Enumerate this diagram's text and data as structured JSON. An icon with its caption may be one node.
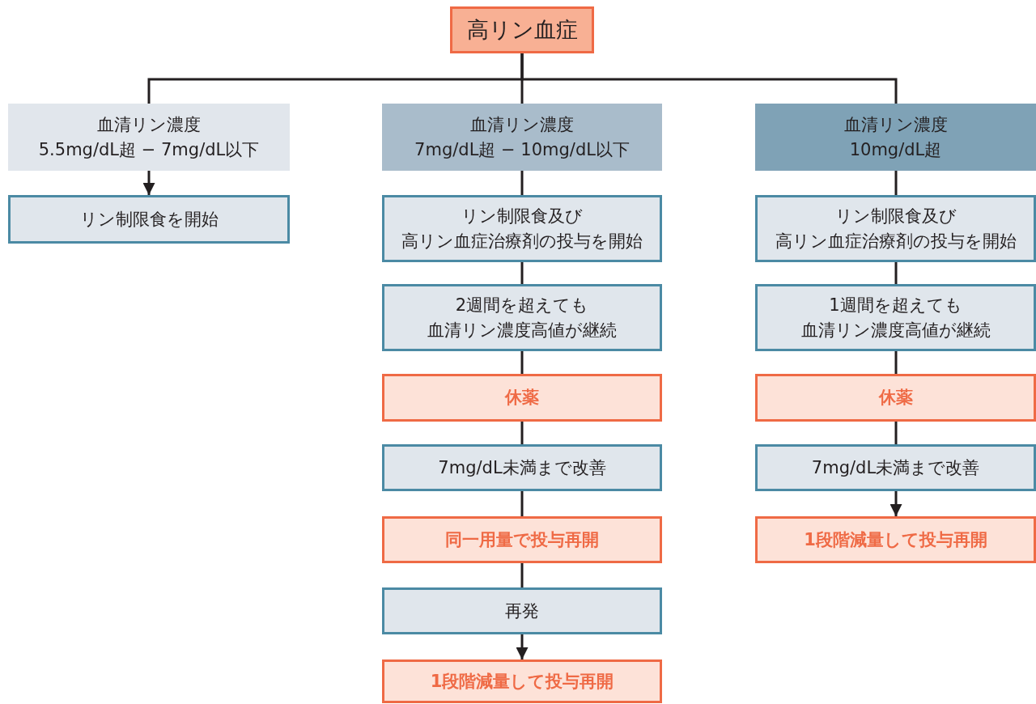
{
  "diagram": {
    "nodes": [
      {
        "text": [
          "高リン血症"
        ]
      },
      {
        "text": [
          "血清リン濃度5.5mg/dL超 − 7mg/dL以下"
        ]
      },
      {
        "text": [
          "血清リン濃度7mg/dL超 − 10mg/dL以下"
        ]
      },
      {
        "text": [
          "血清リン濃度10mg/dL超"
        ]
      },
      {
        "text": [
          "リン制限食を開始"
        ]
      },
      {
        "text": [
          "リン制限食及び高リン血症治療剤の投与を開始"
        ]
      },
      {
        "text": [
          "2週間を超えても血清リン濃度高値が継続"
        ]
      },
      {
        "text": [
          "休薬"
        ]
      },
      {
        "text": [
          "7mg/dL未満まで改善"
        ]
      },
      {
        "text": [
          "同一用量で投与再開"
        ]
      },
      {
        "text": [
          "再発"
        ]
      },
      {
        "text": [
          "1段階減量して投与再開"
        ]
      },
      {
        "text": [
          "リン制限食及び高リン血症治療剤の投与を開始"
        ]
      },
      {
        "text": [
          "1週間を超えても血清リン濃度高値が継続"
        ]
      },
      {
        "text": [
          "休薬"
        ]
      },
      {
        "text": [
          "7mg/dL未満まで改善"
        ]
      },
      {
        "text": [
          "1段階減量して投与再開"
        ]
      }
    ],
    "edges": [
      {
        "from": 0,
        "to": 1,
        "arrow": "none"
      },
      {
        "from": 0,
        "to": 2,
        "arrow": "none"
      },
      {
        "from": 0,
        "to": 3,
        "arrow": "none"
      },
      {
        "from": 1,
        "to": 4,
        "arrow": "to"
      },
      {
        "from": 2,
        "to": 5,
        "arrow": "none"
      },
      {
        "from": 5,
        "to": 6,
        "arrow": "none"
      },
      {
        "from": 6,
        "to": 7,
        "arrow": "none"
      },
      {
        "from": 7,
        "to": 8,
        "arrow": "none"
      },
      {
        "from": 8,
        "to": 9,
        "arrow": "none"
      },
      {
        "from": 9,
        "to": 10,
        "arrow": "none"
      },
      {
        "from": 10,
        "to": 11,
        "arrow": "to"
      },
      {
        "from": 3,
        "to": 12,
        "arrow": "none"
      },
      {
        "from": 12,
        "to": 13,
        "arrow": "none"
      },
      {
        "from": 13,
        "to": 14,
        "arrow": "none"
      },
      {
        "from": 14,
        "to": 15,
        "arrow": "none"
      },
      {
        "from": 15,
        "to": 16,
        "arrow": "to"
      }
    ]
  }
}
